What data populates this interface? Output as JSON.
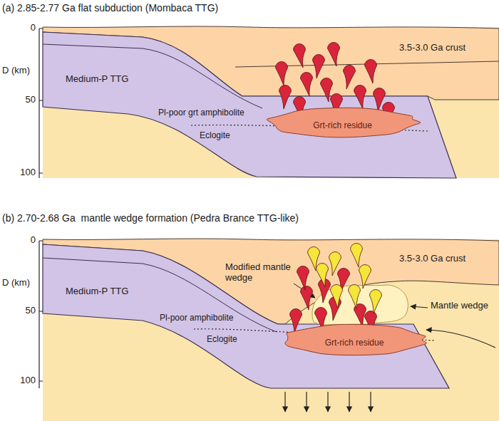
{
  "diagram": {
    "nodes": [
      {
        "text": [
          "Grt-rich residue"
        ]
      },
      {
        "text": [
          "Grt-rich residue"
        ]
      }
    ],
    "labels": [
      "(a) 2.85-2.77 Ga flat subduction (Mombaca TTG)",
      "0",
      "50",
      "100",
      "D (km)",
      "3.5-3.0 Ga crust",
      "Medium-P TTG",
      "Pl-poor grt amphibolite",
      "Eclogite",
      "(b) 2.70-2.68 Ga  mantle wedge formation (Pedra Brance TTG-like)",
      "0",
      "50",
      "100",
      "D (km)",
      "3.5-3.0 Ga crust",
      "Modified mantle wedge",
      "Mantle wedge",
      "Medium-P TTG",
      "Pl-poor amphibolite",
      "Eclogite"
    ]
  }
}
